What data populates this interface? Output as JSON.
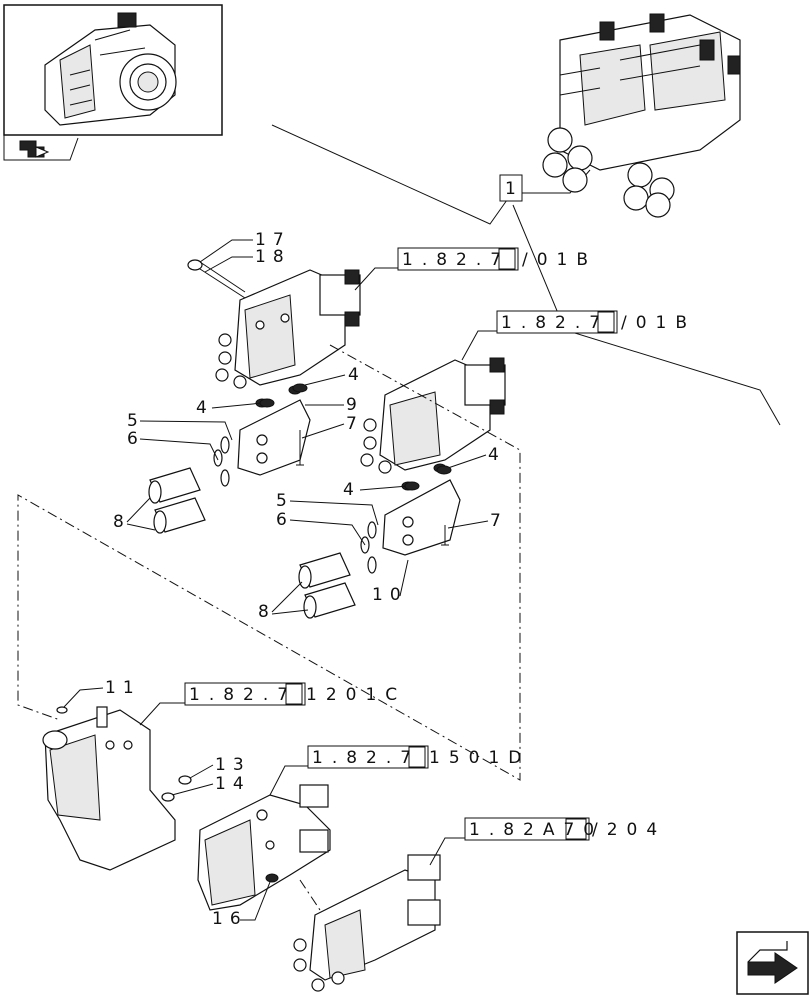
{
  "diagram": {
    "main_callout": "1",
    "references": [
      {
        "box": "1.82.7",
        "tail": "/01B"
      },
      {
        "box": "1.82.7",
        "tail": "/01B"
      },
      {
        "box": "1.82.7",
        "tail": "1201C"
      },
      {
        "box": "1.82.7",
        "tail": "1501D"
      },
      {
        "box": "1.82A70",
        "tail": "/204"
      }
    ],
    "part_numbers": {
      "p17": "17",
      "p18": "18",
      "p4a": "4",
      "p4b": "4",
      "p4c": "4",
      "p4d": "4",
      "p9": "9",
      "p7a": "7",
      "p7b": "7",
      "p5a": "5",
      "p6a": "6",
      "p5b": "5",
      "p6b": "6",
      "p8a": "8",
      "p8b": "8",
      "p10": "10",
      "p11": "11",
      "p13": "13",
      "p14": "14",
      "p16": "16"
    },
    "icons": [
      "tractor-thumbnail-icon",
      "page-back-arrow-icon",
      "next-page-arrow-icon"
    ]
  }
}
